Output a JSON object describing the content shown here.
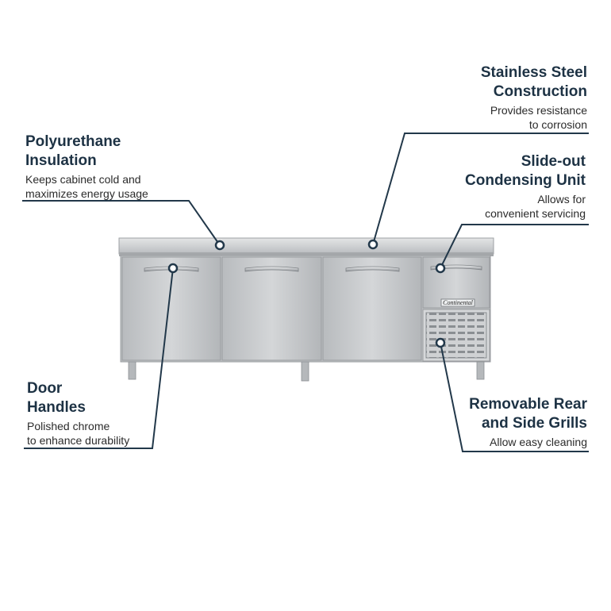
{
  "callouts": {
    "stainless": {
      "title": [
        "Stainless Steel",
        "Construction"
      ],
      "desc": [
        "Provides resistance",
        "to corrosion"
      ],
      "icon": "leader-dot-icon"
    },
    "polyurethane": {
      "title": [
        "Polyurethane",
        "Insulation"
      ],
      "desc": [
        "Keeps cabinet cold and",
        "maximizes energy usage"
      ],
      "icon": "leader-dot-icon"
    },
    "slideout": {
      "title": [
        "Slide-out",
        "Condensing Unit"
      ],
      "desc": [
        "Allows for",
        "convenient servicing"
      ],
      "icon": "leader-dot-icon"
    },
    "door": {
      "title": [
        "Door",
        "Handles"
      ],
      "desc": [
        "Polished chrome",
        "to enhance durability"
      ],
      "icon": "leader-dot-icon"
    },
    "grills": {
      "title": [
        "Removable Rear",
        "and Side Grills"
      ],
      "desc": [
        "Allow easy cleaning"
      ],
      "icon": "leader-dot-icon"
    }
  },
  "product": {
    "brand_plate": "Continental",
    "door_count": 3,
    "colors": {
      "steel": "#c9cbcd",
      "steel_dark": "#a9acaf",
      "accent_line": "#22384a"
    }
  }
}
